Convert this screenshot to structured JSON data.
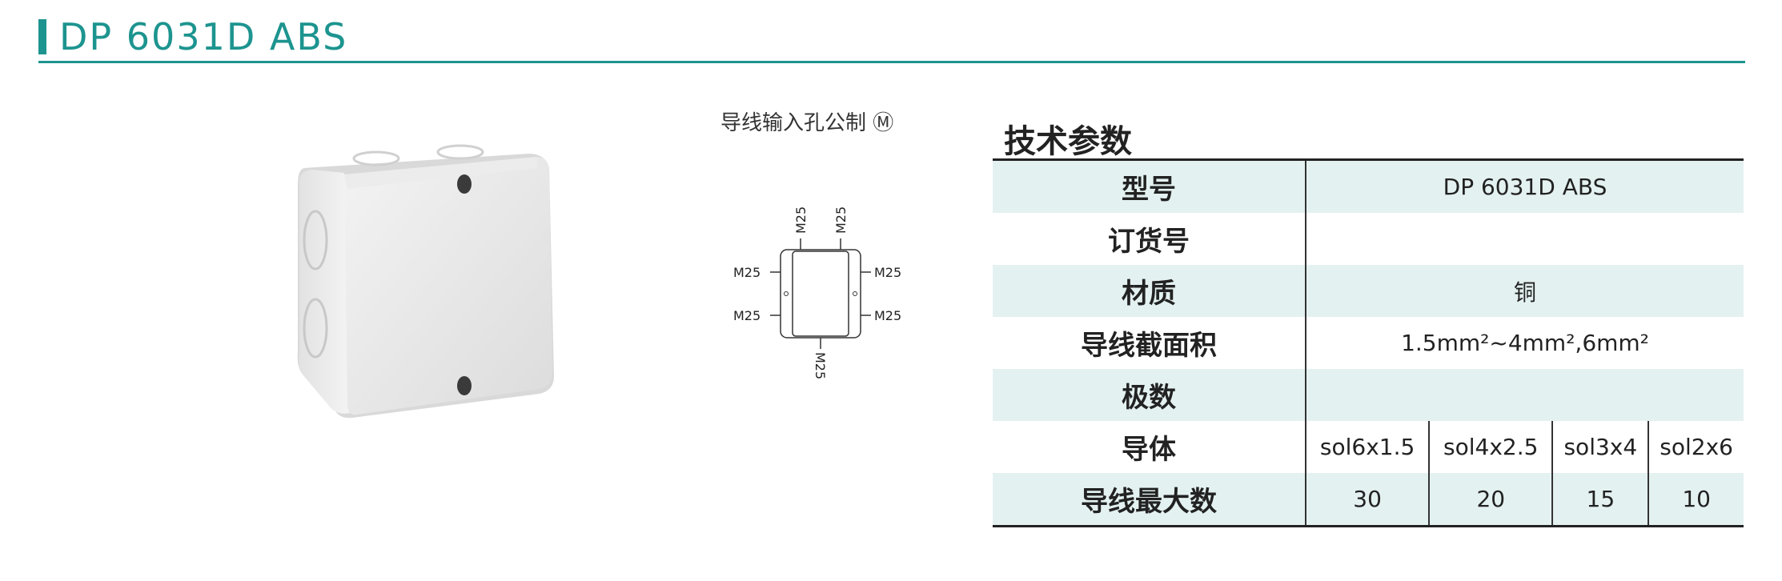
{
  "header": {
    "title": "DP 6031D ABS"
  },
  "entry": {
    "caption": "导线输入孔公制 Ⓜ",
    "labels": {
      "top_left": "M25",
      "top_right": "M25",
      "left_upper": "M25",
      "left_lower": "M25",
      "right_upper": "M25",
      "right_lower": "M25",
      "bottom": "M25"
    }
  },
  "spec": {
    "title": "技术参数",
    "rows": {
      "model": {
        "label": "型号",
        "value": "DP 6031D ABS"
      },
      "order": {
        "label": "订货号",
        "value": ""
      },
      "material": {
        "label": "材质",
        "value": "铜"
      },
      "cross_section": {
        "label": "导线截面积",
        "value": "1.5mm²~4mm²,6mm²"
      },
      "poles": {
        "label": "极数",
        "value": ""
      },
      "conductor": {
        "label": "导体",
        "values": [
          "sol6x1.5",
          "sol4x2.5",
          "sol3x4",
          "sol2x6"
        ]
      },
      "max_wires": {
        "label": "导线最大数",
        "values": [
          "30",
          "20",
          "15",
          "10"
        ]
      }
    }
  },
  "colors": {
    "accent": "#1d948f",
    "row_shade": "#e4f1f1"
  }
}
